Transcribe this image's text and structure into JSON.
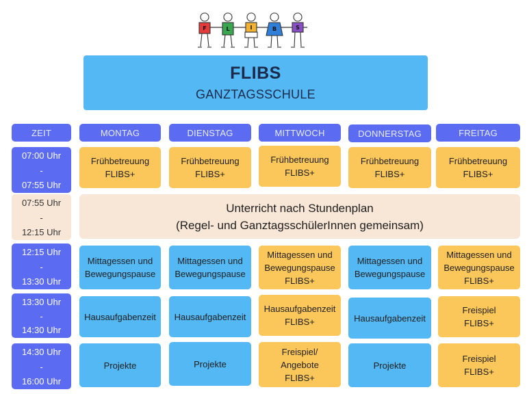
{
  "logo": {
    "letters": [
      "F",
      "L",
      "I",
      "B",
      "S"
    ],
    "colors": [
      "#e63b3b",
      "#3aa64f",
      "#f2b233",
      "#2f7fd9",
      "#8a4fc4"
    ]
  },
  "title": {
    "main": "FLIBS",
    "sub": "GANZTAGSSCHULE"
  },
  "headers": [
    "ZEIT",
    "MONTAG",
    "DIENSTAG",
    "MITTWOCH",
    "DONNERSTAG",
    "FREITAG"
  ],
  "times": [
    {
      "from": "07:00 Uhr",
      "sep": "-",
      "to": "07:55 Uhr"
    },
    {
      "from": "07:55 Uhr",
      "sep": "-",
      "to": "12:15 Uhr"
    },
    {
      "from": "12:15 Uhr",
      "sep": "-",
      "to": "13:30 Uhr"
    },
    {
      "from": "13:30 Uhr",
      "sep": "-",
      "to": "14:30 Uhr"
    },
    {
      "from": "14:30 Uhr",
      "sep": "-",
      "to": "16:00 Uhr"
    }
  ],
  "banner": {
    "line1": "Unterricht nach Stundenplan",
    "line2": "(Regel- und GanztagsschülerInnen gemeinsam)"
  },
  "rows": [
    [
      [
        "Frühbetreuung",
        "FLIBS+"
      ],
      [
        "Frühbetreuung",
        "FLIBS+"
      ],
      [
        "Frühbetreuung",
        "FLIBS+"
      ],
      [
        "Frühbetreuung",
        "FLIBS+"
      ],
      [
        "Frühbetreuung",
        "FLIBS+"
      ]
    ],
    [
      [
        "Mittagessen und",
        "Bewegungspause"
      ],
      [
        "Mittagessen und",
        "Bewegungspause"
      ],
      [
        "Mittagessen und",
        "Bewegungspause",
        "FLIBS+"
      ],
      [
        "Mittagessen und",
        "Bewegungspause"
      ],
      [
        "Mittagessen und",
        "Bewegungspause",
        "FLIBS+"
      ]
    ],
    [
      [
        "Hausaufgabenzeit"
      ],
      [
        "Hausaufgabenzeit"
      ],
      [
        "Hausaufgabenzeit",
        "FLIBS+"
      ],
      [
        "Hausaufgabenzeit"
      ],
      [
        "Freispiel",
        "FLIBS+"
      ]
    ],
    [
      [
        "Projekte"
      ],
      [
        "Projekte"
      ],
      [
        "Freispiel/",
        "Angebote",
        "FLIBS+"
      ],
      [
        "Projekte"
      ],
      [
        "Freispiel",
        "FLIBS+"
      ]
    ]
  ],
  "colors": {
    "yellow": "#fbc65a",
    "light_blue": "#54b8f5",
    "dark_blue": "#5c6cf2",
    "beige": "#f8e6d6"
  }
}
